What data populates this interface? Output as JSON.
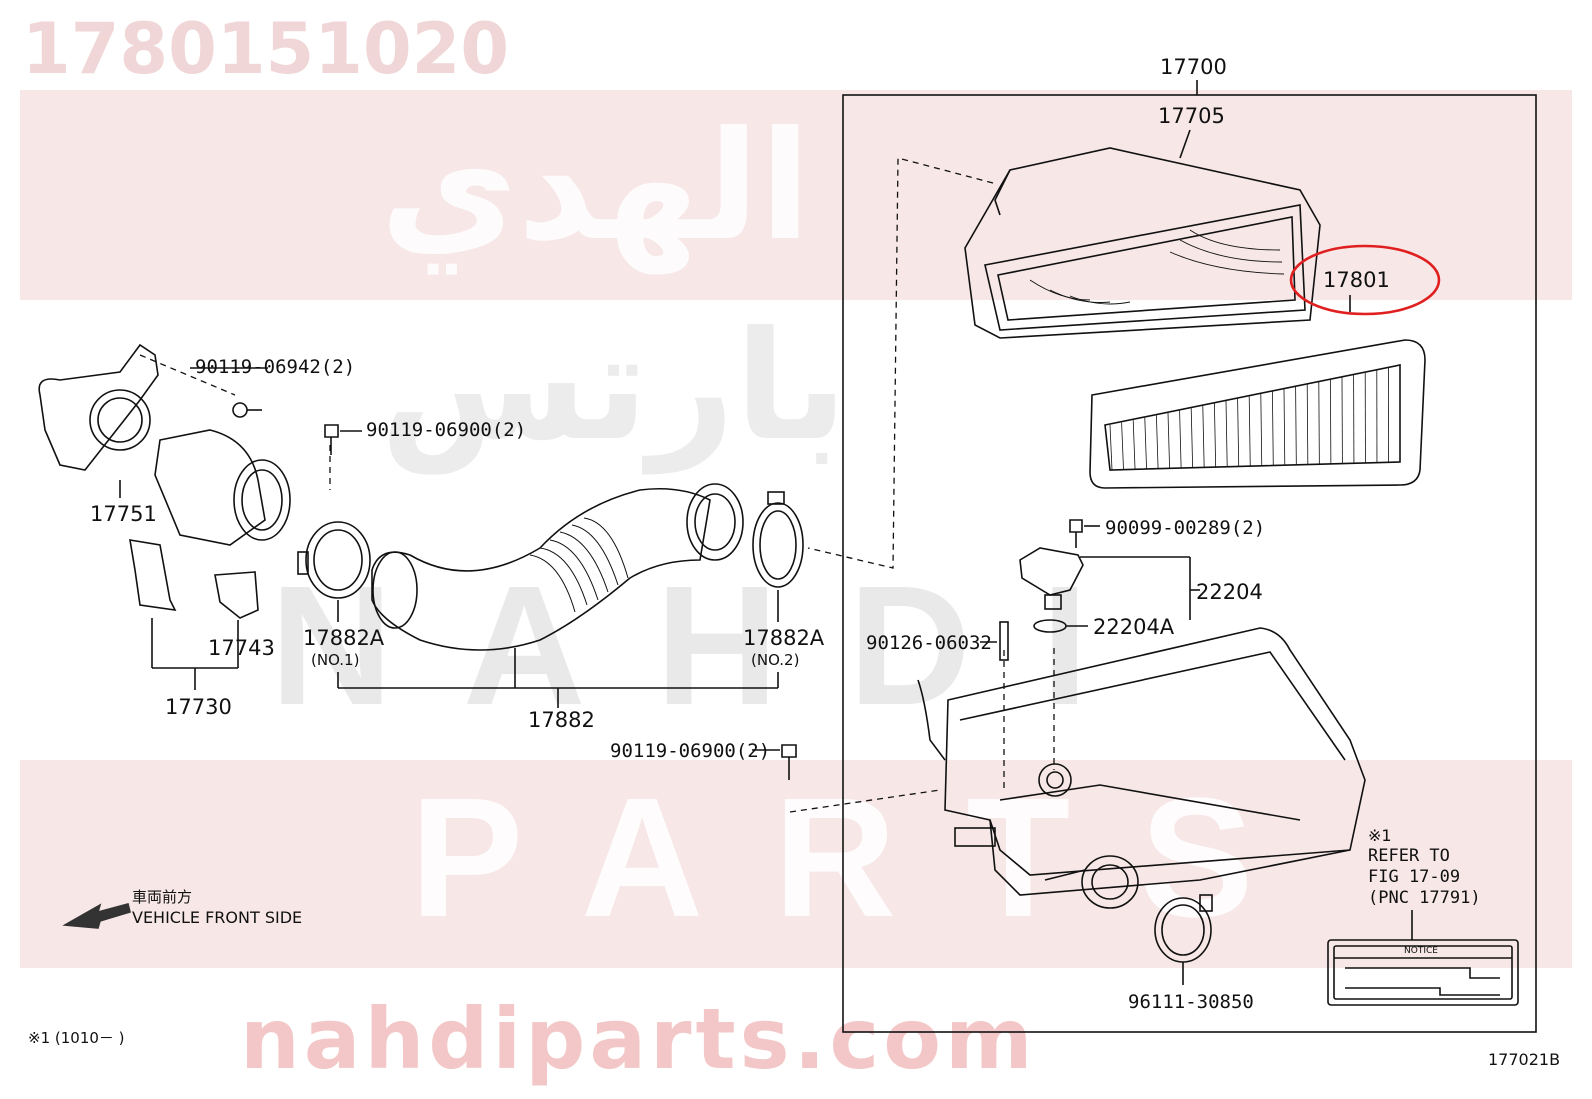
{
  "watermark": {
    "header_part_number": "1780151020",
    "arabic_line1": "الهدي",
    "arabic_line2": "بارتس",
    "brand_line1": "NAHDI",
    "brand_line2": "PARTS",
    "url": "nahdiparts.com"
  },
  "labels": {
    "assembly_17700": "17700",
    "case_17705": "17705",
    "element_17801": "17801",
    "bolt_90119_06942": "90119-06942(2)",
    "bolt_90119_06900_top": "90119-06900(2)",
    "bolt_90119_06900_bottom": "90119-06900(2)",
    "screw_90099_00289": "90099-00289(2)",
    "sensor_22204": "22204",
    "oring_22204A": "22204A",
    "stud_90126_06032": "90126-06032",
    "resonator_17751": "17751",
    "bracket_17743": "17743",
    "inlet_17730": "17730",
    "clamp_17882A_no1": "17882A",
    "clamp_17882A_no1_note": "(NO.1)",
    "clamp_17882A_no2": "17882A",
    "clamp_17882A_no2_note": "(NO.2)",
    "hose_17882": "17882",
    "clamp_96111_30850": "96111-30850",
    "vehicle_front_jp": "車両前方",
    "vehicle_front_en": "VEHICLE FRONT SIDE",
    "note_mark": "※1",
    "refer_line1": "REFER TO",
    "refer_line2": "FIG 17-09",
    "refer_line3": "(PNC 17791)",
    "notice_label": "NOTICE",
    "footnote": "※1 (1010－      )",
    "figure_code": "177021B"
  },
  "highlight": {
    "part": "17801",
    "color": "#e02020"
  }
}
